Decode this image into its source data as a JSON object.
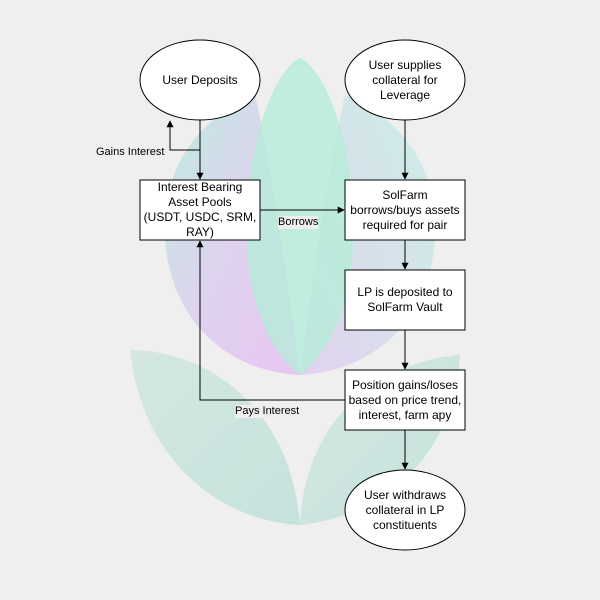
{
  "colors": {
    "background": "#efefef",
    "node_fill": "#ffffff",
    "stroke": "#000000",
    "watermark_green": "#a9eed8",
    "watermark_pink": "#e7b8f1",
    "watermark_teal": "#b8ddd6"
  },
  "watermark": {
    "icon": "tulip-logo-icon"
  },
  "nodes": {
    "user_deposits": "User Deposits",
    "user_supplies": "User supplies\ncollateral for\nLeverage",
    "pools": "Interest Bearing\nAsset Pools\n(USDT, USDC, SRM,\nRAY)",
    "solfarm": "SolFarm\nborrows/buys assets\nrequired for pair",
    "lp_deposited": "LP is deposited to\nSolFarm Vault",
    "position": "Position gains/loses\nbased on price trend,\ninterest, farm apy",
    "withdraw": "User withdraws\ncollateral in LP\nconstituents"
  },
  "edges": {
    "gains_interest": "Gains Interest",
    "borrows": "Borrows",
    "pays_interest": "Pays Interest"
  }
}
